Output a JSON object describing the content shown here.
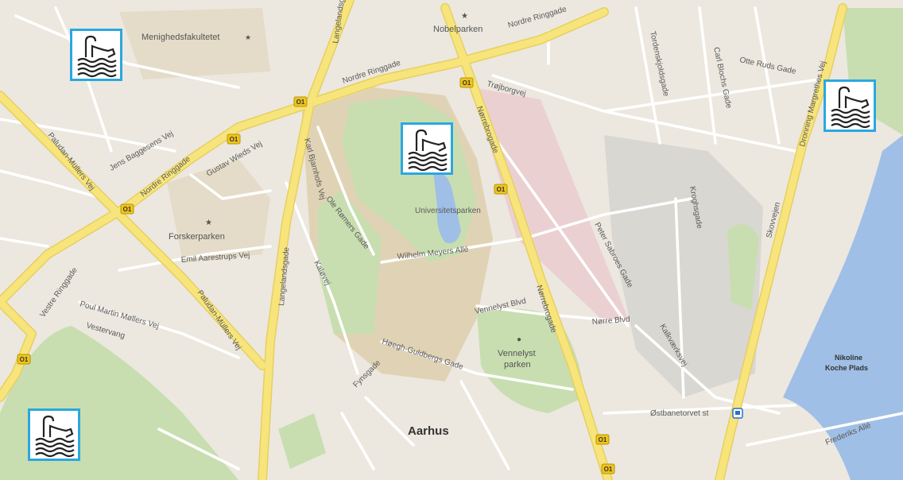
{
  "map": {
    "city_label": "Aarhus",
    "places": {
      "nobelparken": "Nobelparken",
      "menighedsfakultetet": "Menighedsfakultetet",
      "forskerparken": "Forskerparken",
      "universitetsparken": "Universitetsparken",
      "vennelyst_1": "Vennelyst",
      "vennelyst_2": "parken",
      "nikoline_1": "Nikoline",
      "nikoline_2": "Koche Plads",
      "station": "Østbanetorvet st"
    },
    "streets": {
      "nordre_ringgade_1": "Nordre Ringgade",
      "nordre_ringgade_2": "Nordre Ringgade",
      "nordre_ringgade_3": "Nordre Ringgade",
      "vestre_ringgade": "Vestre Ringgade",
      "paludan_mullers_vej_1": "Paludan-Müllers Vej",
      "paludan_mullers_vej_2": "Paludan-Müllers Vej",
      "langelandsgade_1": "Langelandsgade",
      "langelandsgade_2": "Langelandsgade",
      "norrebrogade_1": "Nørrebrogade",
      "norrebrogade_2": "Nørrebrogade",
      "dronning_margrethes_vej": "Dronning Margrethes Vej",
      "skovvejen": "Skovvejen",
      "trojborgvej": "Trøjborgvej",
      "otte_ruds_gade": "Otte Ruds Gade",
      "wilhelm_meyers_alle": "Wilhelm Meyers Allé",
      "norre_blvd": "Nørre Blvd",
      "vennelyst_blvd": "Vennelyst Blvd",
      "hoegh_guldbergs_gade": "Høegh-Guldbergs Gade",
      "peter_sabroes_gade": "Peter Sabroes Gade",
      "emil_aarestrups_vej": "Emil Aarestrups Vej",
      "poul_martin_mollers_vej": "Poul Martin Møllers Vej",
      "vestervang": "Vestervang",
      "jens_baggesens_vej": "Jens Baggesens Vej",
      "gustav_wieds_vej": "Gustav Wieds Vej",
      "karl_bjarnhofs_vej": "Karl Bjarnhofs Vej",
      "ole_romers_gade": "Ole Rømers Gade",
      "kaloevej": "Kaløvej",
      "fynsgade": "Fynsgade",
      "kroghsgade": "Kroghsgade",
      "kalkvaerksvej": "Kalkværksvej",
      "carl_blochs_gade": "Carl Blochs Gade",
      "tordenskjoldsgade": "Tordenskjoldsgade",
      "frederiks_alle": "Frederiks Allé"
    },
    "route_shields": {
      "s1": "O1",
      "s2": "O1",
      "s3": "O1",
      "s4": "O1",
      "s5": "O1",
      "s6": "O1",
      "s7": "O1",
      "s8": "O1"
    },
    "markers": [
      {
        "type": "swimming-pool",
        "label": ""
      },
      {
        "type": "swimming-pool",
        "label": ""
      },
      {
        "type": "swimming-pool",
        "label": ""
      },
      {
        "type": "swimming-pool",
        "label": ""
      }
    ],
    "colors": {
      "land": "#ece8df",
      "park": "#c8deb0",
      "water": "#9fbfe6",
      "campus": "#e0d3b5",
      "hospital": "#ebd0d2",
      "industrial": "#d9d7d1",
      "major_road": "#f5e27a",
      "minor_road": "#ffffff",
      "marker_border": "#2aa8e0"
    }
  }
}
